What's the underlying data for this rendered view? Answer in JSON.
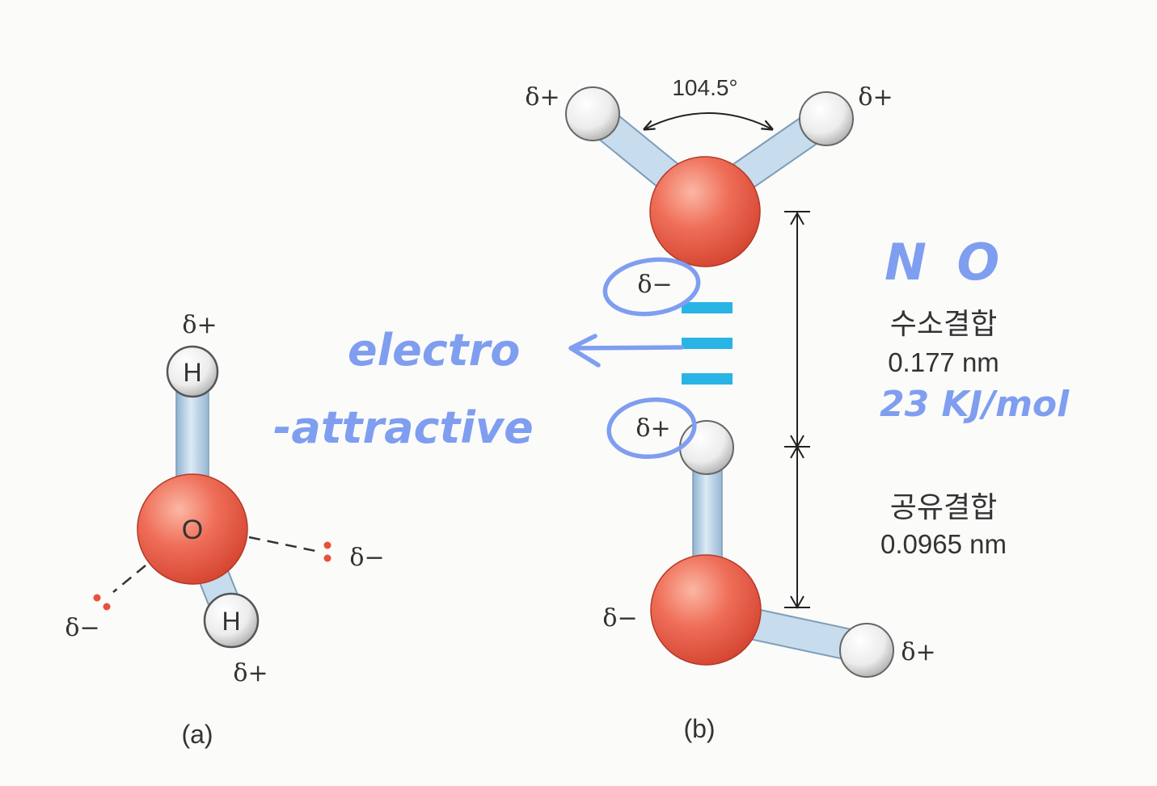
{
  "panel_a": {
    "caption": "(a)",
    "atom_o_label": "O",
    "atom_h_top_label": "H",
    "atom_h_bottom_label": "H",
    "charge_h_top": "δ+",
    "charge_h_bottom": "δ+",
    "charge_lone_pair_right": "δ−",
    "charge_lone_pair_left": "δ−"
  },
  "panel_b": {
    "caption": "(b)",
    "bond_angle": "104.5°",
    "charge_top_h_left": "δ+",
    "charge_top_h_right": "δ+",
    "charge_top_o": "δ−",
    "charge_bottom_h_top": "δ+",
    "charge_bottom_o": "δ−",
    "charge_bottom_h_right": "δ+",
    "hydrogen_bond_label": "수소결합",
    "hydrogen_bond_length": "0.177 nm",
    "covalent_bond_label": "공유결합",
    "covalent_bond_length": "0.0965 nm"
  },
  "handwritten": {
    "elements": "N O",
    "energy": "23 KJ/mol",
    "electro": "electro",
    "attractive": "-attractive"
  },
  "colors": {
    "oxygen": "#ee6a55",
    "hydrogen": "#ececec",
    "bond": "#bcd6ea",
    "hydrogen_bond_dash": "#2ab4e6",
    "handwriting": "#7f9ef0"
  }
}
